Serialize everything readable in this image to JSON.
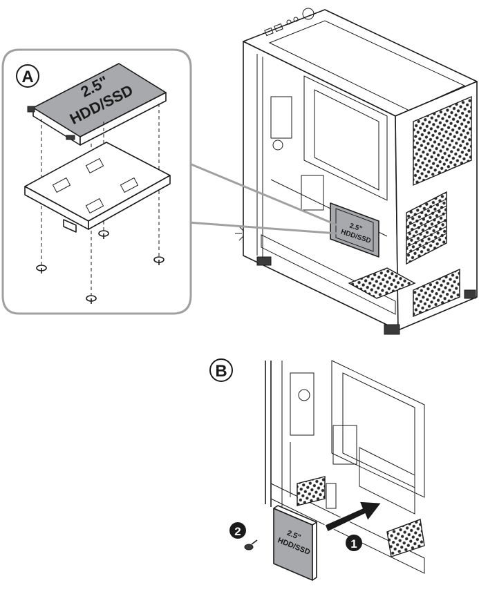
{
  "callout_a": {
    "label": "A",
    "drive_size": "2.5\"",
    "drive_type": "HDD/SSD"
  },
  "case_drive": {
    "drive_size": "2.5\"",
    "drive_type": "HDD/SSD"
  },
  "callout_b": {
    "label": "B",
    "drive_size": "2.5\"",
    "drive_type": "HDD/SSD"
  },
  "steps": [
    {
      "number": "1"
    },
    {
      "number": "2"
    }
  ],
  "colors": {
    "drive_fill": "#a7a9ac",
    "callout_border": "#a0a0a0",
    "line": "#1a1a1a",
    "step_badge": "#1a1a1a"
  }
}
